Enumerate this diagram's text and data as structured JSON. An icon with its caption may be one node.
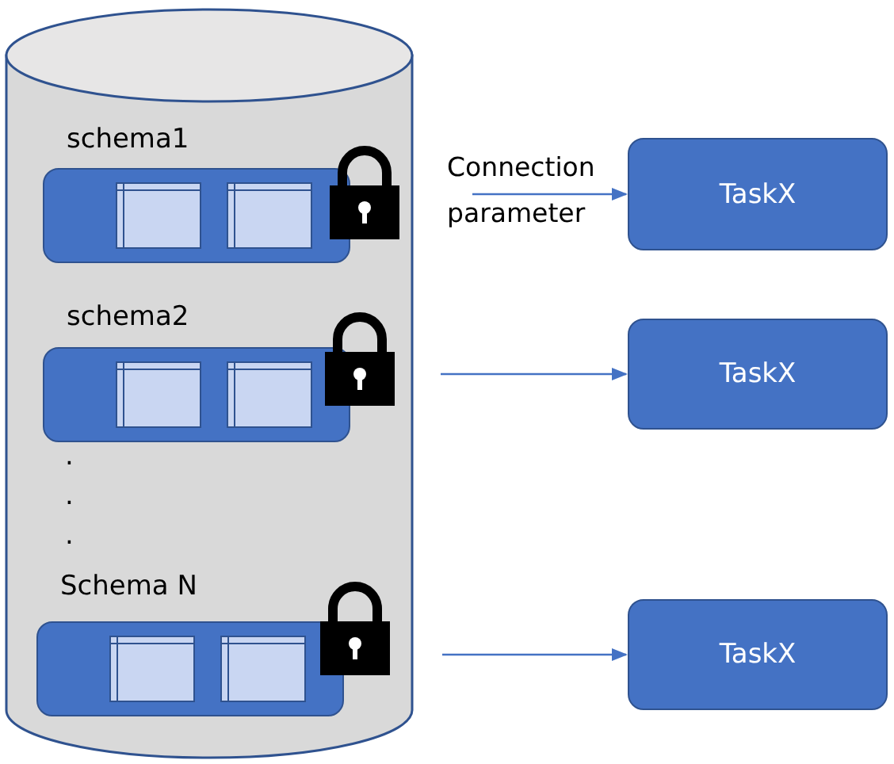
{
  "diagram": {
    "nodes": [
      {
        "text": [],
        "shape": "cylinder"
      },
      {
        "text": [
          "schema1"
        ],
        "in": 0
      },
      {
        "text": [
          "schema2"
        ],
        "in": 0
      },
      {
        "text": [
          "Schema N"
        ],
        "in": 0
      },
      {
        "text": [
          "TaskX"
        ]
      },
      {
        "text": [
          "TaskX"
        ]
      },
      {
        "text": [
          "TaskX"
        ]
      }
    ],
    "edges": [
      {
        "from": null,
        "to": 4,
        "arrow": "to",
        "label": "Connection parameter"
      },
      {
        "from": null,
        "to": 5,
        "arrow": "to"
      },
      {
        "from": null,
        "to": 6,
        "arrow": "to"
      }
    ],
    "labels": [
      ".",
      ".",
      "."
    ]
  }
}
